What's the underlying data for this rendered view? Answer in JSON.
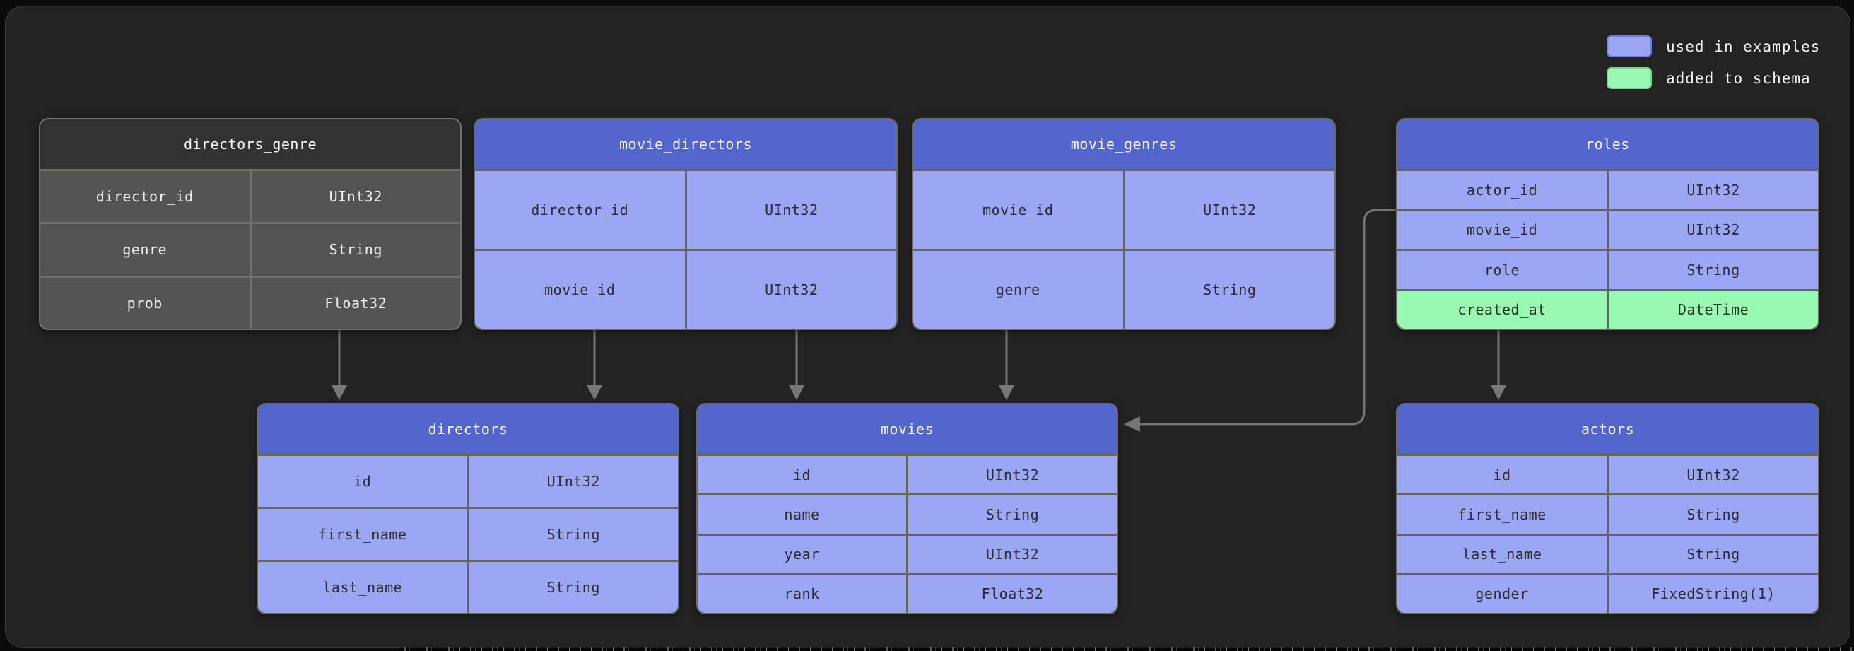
{
  "legend": {
    "items": [
      {
        "label": "used in examples",
        "color": "#9ba6f4"
      },
      {
        "label": "added to schema",
        "color": "#99f8b1"
      }
    ]
  },
  "tables": [
    {
      "name": "directors_genre",
      "variant": "muted-gray",
      "columns": [
        {
          "name": "director_id",
          "type": "UInt32"
        },
        {
          "name": "genre",
          "type": "String"
        },
        {
          "name": "prob",
          "type": "Float32"
        }
      ]
    },
    {
      "name": "movie_directors",
      "variant": "used-in-examples",
      "columns": [
        {
          "name": "director_id",
          "type": "UInt32"
        },
        {
          "name": "movie_id",
          "type": "UInt32"
        }
      ]
    },
    {
      "name": "movie_genres",
      "variant": "used-in-examples",
      "columns": [
        {
          "name": "movie_id",
          "type": "UInt32"
        },
        {
          "name": "genre",
          "type": "String"
        }
      ]
    },
    {
      "name": "roles",
      "variant": "used-in-examples",
      "columns": [
        {
          "name": "actor_id",
          "type": "UInt32"
        },
        {
          "name": "movie_id",
          "type": "UInt32"
        },
        {
          "name": "role",
          "type": "String"
        },
        {
          "name": "created_at",
          "type": "DateTime",
          "highlight": "added-to-schema"
        }
      ]
    },
    {
      "name": "directors",
      "variant": "used-in-examples",
      "columns": [
        {
          "name": "id",
          "type": "UInt32"
        },
        {
          "name": "first_name",
          "type": "String"
        },
        {
          "name": "last_name",
          "type": "String"
        }
      ]
    },
    {
      "name": "movies",
      "variant": "used-in-examples",
      "columns": [
        {
          "name": "id",
          "type": "UInt32"
        },
        {
          "name": "name",
          "type": "String"
        },
        {
          "name": "year",
          "type": "UInt32"
        },
        {
          "name": "rank",
          "type": "Float32"
        }
      ]
    },
    {
      "name": "actors",
      "variant": "used-in-examples",
      "columns": [
        {
          "name": "id",
          "type": "UInt32"
        },
        {
          "name": "first_name",
          "type": "String"
        },
        {
          "name": "last_name",
          "type": "String"
        },
        {
          "name": "gender",
          "type": "FixedString(1)"
        }
      ]
    }
  ],
  "relationships": [
    {
      "from": "directors_genre",
      "to": "directors"
    },
    {
      "from": "movie_directors",
      "to": "directors"
    },
    {
      "from": "movie_directors",
      "to": "movies"
    },
    {
      "from": "movie_genres",
      "to": "movies"
    },
    {
      "from": "roles",
      "to": "movies"
    },
    {
      "from": "roles",
      "to": "actors"
    }
  ],
  "colors": {
    "background": "#0b0b0b",
    "panel": "#232323",
    "header_blue": "#5366cd",
    "row_blue": "#9ba6f4",
    "row_green": "#99f8b1",
    "muted_header": "#323232",
    "muted_row": "#545454",
    "connector": "#767676"
  }
}
